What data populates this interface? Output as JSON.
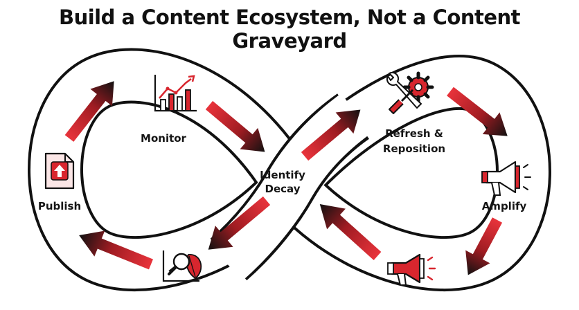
{
  "title": "Build a Content Ecosystem, Not a Content Graveyard",
  "stages": {
    "publish": "Publish",
    "monitor": "Monitor",
    "identify_line1": "Identify",
    "identify_line2": "Decay",
    "refresh_line1": "Refresh &",
    "refresh_line2": "Reposition",
    "amplify": "Amplify"
  },
  "icons": [
    "upload-document-icon",
    "rising-chart-icon",
    "decay-search-icon",
    "tools-gear-icon",
    "megaphone-icon",
    "red-megaphone-icon"
  ],
  "colors": {
    "accent": "#c8232b",
    "dark": "#141414",
    "outline": "#111111"
  }
}
